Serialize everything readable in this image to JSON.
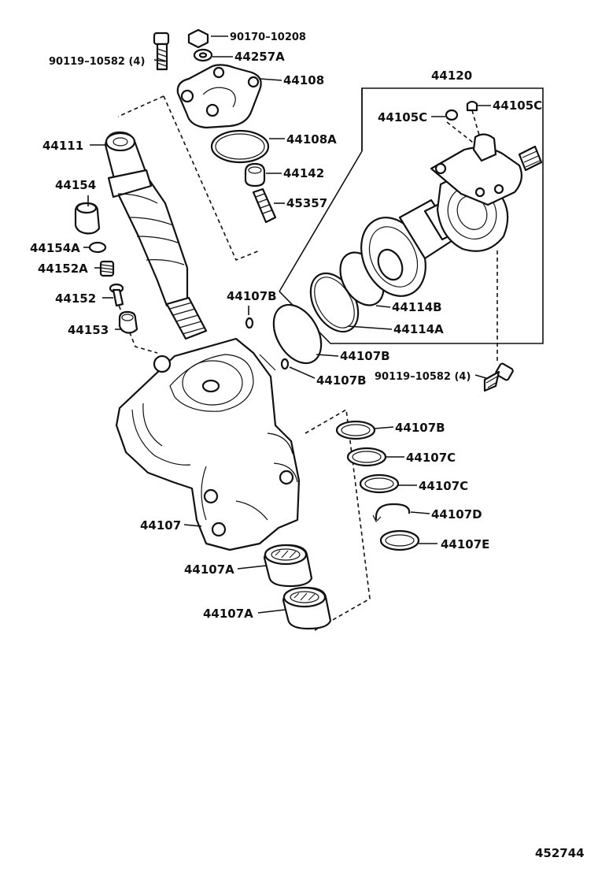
{
  "diagram_id": "452744",
  "parts": {
    "bolt_top": "90119–10582 (4)",
    "cap_nut": "90170–10208",
    "washer_top": "44257A",
    "end_cover": "44108",
    "cover_oring": "44108A",
    "adjust_screw": "44142",
    "stud": "45357",
    "sector_shaft": "44111",
    "plug": "44154",
    "plug_oring": "44154A",
    "spring": "44152A",
    "pin": "44152",
    "seat": "44153",
    "valve_assembly": "44120",
    "valve_plug_a": "44105C",
    "valve_plug_b": "44105C",
    "ring_1": "44114B",
    "ring_2": "44114A",
    "oring_left": "44107B",
    "oring_mid": "44107B",
    "oring_right": "44107B",
    "bolt_right": "90119–10582 (4)",
    "housing": "44107",
    "bushing_1": "44107A",
    "bushing_2": "44107A",
    "seal_1": "44107B",
    "seal_2": "44107C",
    "seal_3": "44107C",
    "snap_ring": "44107D",
    "seal_4": "44107E"
  }
}
